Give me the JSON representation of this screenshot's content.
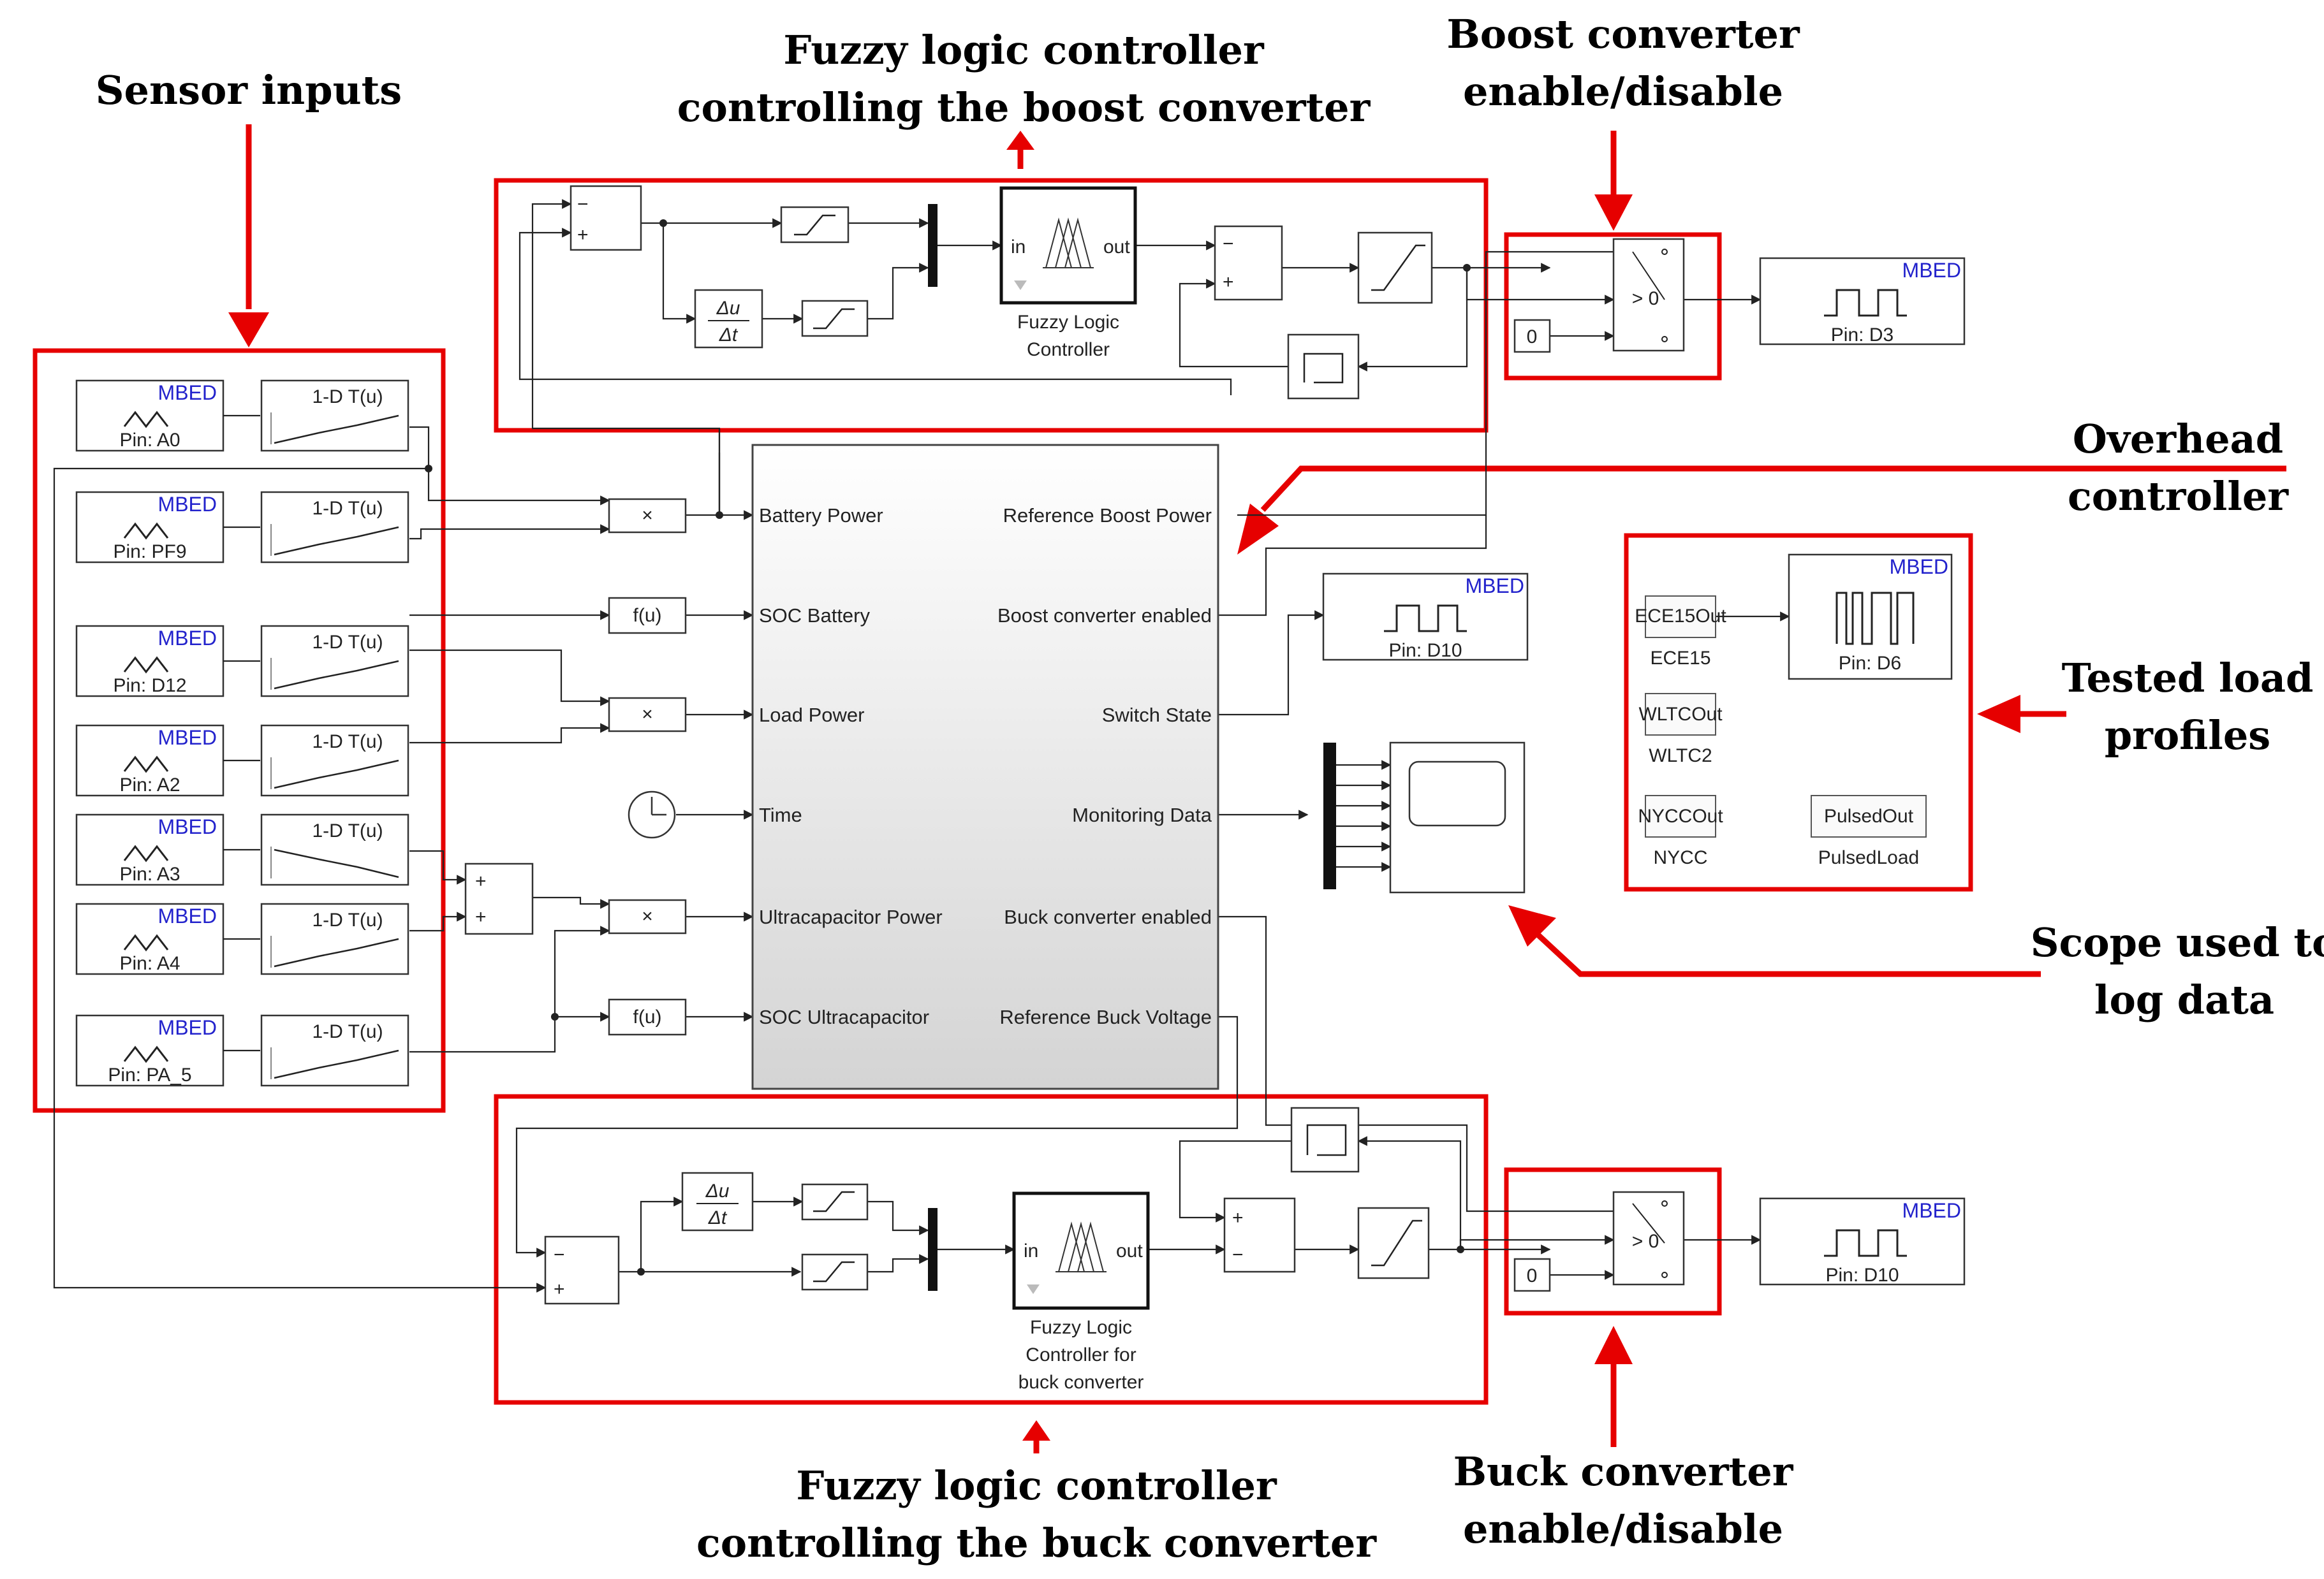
{
  "annotations": {
    "sensor_inputs": "Sensor inputs",
    "fuzzy_boost_line1": "Fuzzy logic controller",
    "fuzzy_boost_line2": "controlling the boost converter",
    "boost_enable_line1": "Boost converter",
    "boost_enable_line2": "enable/disable",
    "overhead_line1": "Overhead",
    "overhead_line2": "controller",
    "tested_line1": "Tested load",
    "tested_line2": "profiles",
    "scope_line1": "Scope used to",
    "scope_line2": "log data",
    "buck_enable_line1": "Buck converter",
    "buck_enable_line2": "enable/disable",
    "fuzzy_buck_line1": "Fuzzy logic controller",
    "fuzzy_buck_line2": "controlling the buck converter"
  },
  "sensors": [
    {
      "mbed": "MBED",
      "pin": "Pin: A0",
      "lut": "1-D T(u)"
    },
    {
      "mbed": "MBED",
      "pin": "Pin: PF9",
      "lut": "1-D T(u)"
    },
    {
      "mbed": "MBED",
      "pin": "Pin: D12",
      "lut": "1-D T(u)"
    },
    {
      "mbed": "MBED",
      "pin": "Pin: A2",
      "lut": "1-D T(u)"
    },
    {
      "mbed": "MBED",
      "pin": "Pin: A3",
      "lut": "1-D T(u)"
    },
    {
      "mbed": "MBED",
      "pin": "Pin: A4",
      "lut": "1-D T(u)"
    },
    {
      "mbed": "MBED",
      "pin": "Pin: PA_5",
      "lut": "1-D T(u)"
    }
  ],
  "math_blocks": {
    "product": "×",
    "fcn": "f(u)",
    "plus": "+",
    "minus": "−"
  },
  "overhead": {
    "inputs": [
      "Battery Power",
      "SOC Battery",
      "Load Power",
      "Time",
      "Ultracapacitor Power",
      "SOC Ultracapacitor"
    ],
    "outputs": [
      "Reference Boost Power",
      "Boost converter enabled",
      "Switch State",
      "Monitoring Data",
      "Buck converter enabled",
      "Reference Buck Voltage"
    ]
  },
  "boost_fuzzy": {
    "in_label": "in",
    "out_label": "out",
    "name_line1": "Fuzzy Logic",
    "name_line2": "Controller",
    "deriv_top": "Δu",
    "deriv_bottom": "Δt"
  },
  "buck_fuzzy": {
    "in_label": "in",
    "out_label": "out",
    "name_line1": "Fuzzy Logic",
    "name_line2": "Controller for",
    "name_line3": "buck converter",
    "deriv_top": "Δu",
    "deriv_bottom": "Δt"
  },
  "switches": {
    "threshold_label": "> 0",
    "const_value": "0"
  },
  "pwm_outputs": [
    {
      "mbed": "MBED",
      "pin": "Pin: D3"
    },
    {
      "mbed": "MBED",
      "pin": "Pin: D10"
    },
    {
      "mbed": "MBED",
      "pin": "Pin: D10"
    }
  ],
  "load_profiles": {
    "ece_port": "ECE15Out",
    "ece_name": "ECE15",
    "wltc_port": "WLTCOut",
    "wltc_name": "WLTC2",
    "nycc_port": "NYCCOut",
    "nycc_name": "NYCC",
    "pulsed_port": "PulsedOut",
    "pulsed_name": "PulsedLoad",
    "mbed": "MBED",
    "pin": "Pin: D6"
  },
  "colors": {
    "annotation_red": "#e60000",
    "mbed_blue": "#2222cc"
  }
}
